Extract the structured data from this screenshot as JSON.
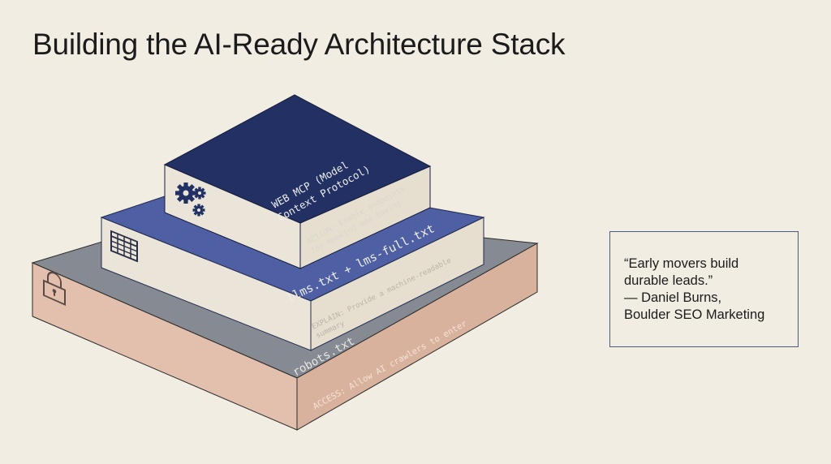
{
  "title": "Building the AI-Ready Architecture Stack",
  "layers": {
    "bottom": {
      "icon": "lock-icon",
      "label": "robots.txt",
      "action": "ACCESS: Allow AI crawlers to enter",
      "colors": {
        "top": "#858a93",
        "front": "#e3c0ad",
        "side": "#d9b29d"
      }
    },
    "middle": {
      "icon": "table-icon",
      "label": "llms.txt + lms-full.txt",
      "action": "EXPLAIN: Provide a machine-readable",
      "action_line2": "summary",
      "colors": {
        "top": "#4e5fa3",
        "front": "#ebe5d9",
        "side": "#e6dfd0"
      }
    },
    "top": {
      "icon": "gears-icon",
      "label_line1": "WEB MCP (Model",
      "label_line2": "Context Protocol)",
      "action_line1": "ACTION: Enable endpoints",
      "action_line2": "for booking and buying",
      "colors": {
        "top": "#223063",
        "front": "#ebe5d9",
        "side": "#e6dfd0"
      }
    }
  },
  "quote": {
    "line1": "“Early movers build",
    "line2": "durable leads.”",
    "line3": "— Daniel Burns,",
    "line4": "Boulder SEO Marketing"
  }
}
